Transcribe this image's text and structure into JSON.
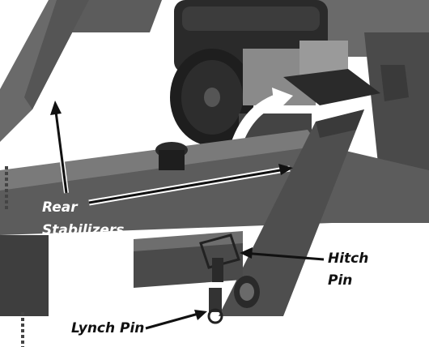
{
  "callouts": {
    "rear_stabilizers_line1": "Rear",
    "rear_stabilizers_line2": "Stabilizers",
    "hitch_pin_line1": "Hitch",
    "hitch_pin_line2": "Pin",
    "lynch_pin": "Lynch Pin"
  },
  "colors": {
    "frame_dark": "#3a3a3a",
    "frame_mid": "#5c5c5c",
    "frame_light": "#7a7a7a",
    "engine_black": "#1e1e1e",
    "highlight": "#9a9a9a",
    "rotation_arrow": "#ffffff",
    "label_text": "#111111",
    "background": "#ffffff"
  }
}
